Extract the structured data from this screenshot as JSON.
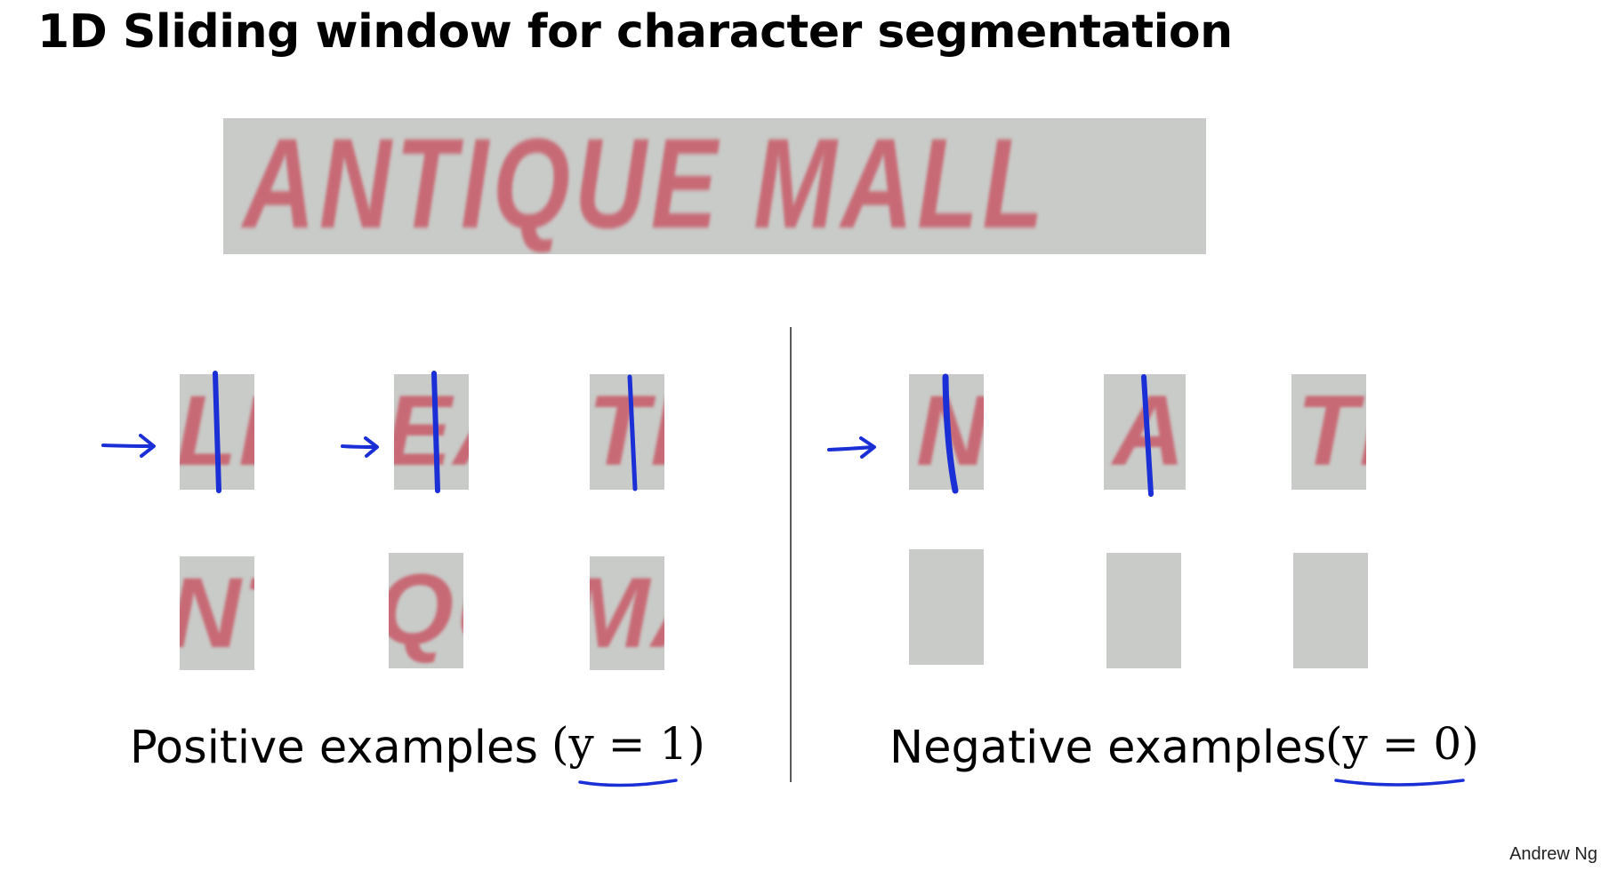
{
  "slide": {
    "title": "1D Sliding window for character segmentation",
    "banner_text": "ANTIQUE MALL",
    "positive_caption": "Positive examples",
    "positive_label": "(y = 1)",
    "negative_caption": "Negative examples",
    "negative_label": "(y = 0)",
    "credit": "Andrew Ng",
    "patches": {
      "pos_row1": [
        "LL",
        "EA",
        "TI"
      ],
      "pos_row2": [
        "NT",
        "QU",
        "MA"
      ],
      "neg_row1": [
        "N",
        "A",
        "TI"
      ],
      "neg_row2": [
        "",
        "",
        ""
      ]
    }
  },
  "colors": {
    "ink": "#1a2fd6",
    "patch_bg": "#c9cbc8",
    "letters": "#c86a75"
  }
}
